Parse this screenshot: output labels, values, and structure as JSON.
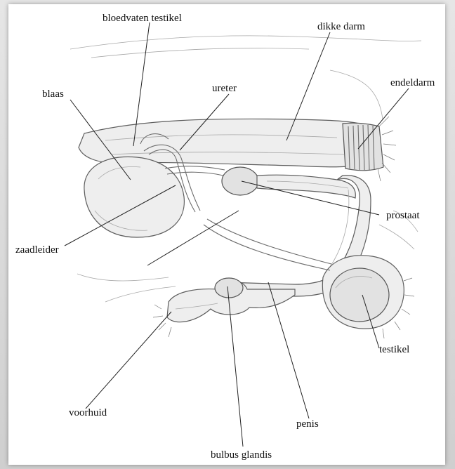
{
  "labels": {
    "bloedvaten_testikel": "bloedvaten testikel",
    "dikke_darm": "dikke darm",
    "blaas": "blaas",
    "ureter": "ureter",
    "endeldarm": "endeldarm",
    "prostaat": "prostaat",
    "zaadleider": "zaadleider",
    "testikel": "testikel",
    "voorhuid": "voorhuid",
    "penis": "penis",
    "bulbus_glandis": "bulbus glandis"
  }
}
